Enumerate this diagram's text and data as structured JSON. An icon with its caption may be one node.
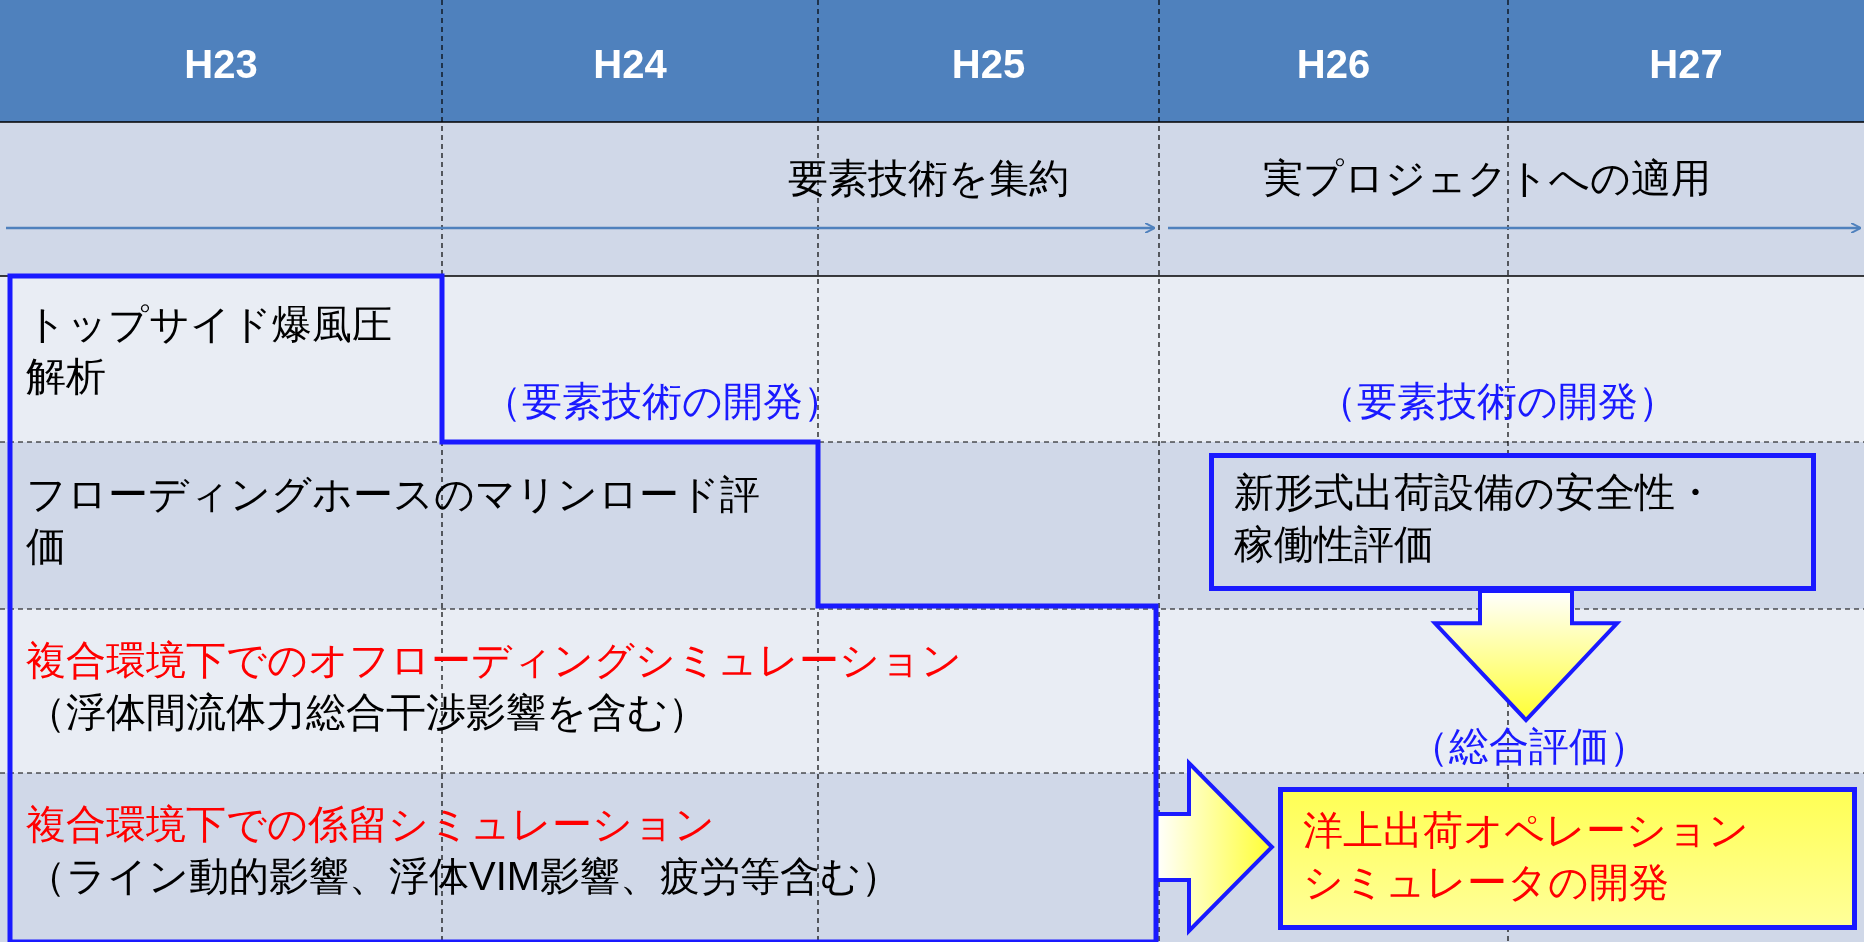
{
  "diagram": {
    "nodes": [
      {
        "text": [
          "（要素技術の開発）"
        ]
      },
      {
        "text": [
          "トップサイド爆風圧解析"
        ],
        "in": 0
      },
      {
        "text": [
          "フローディングホースのマリンロード評価"
        ],
        "in": 0
      },
      {
        "text": [
          "複合環境下でのオフローディングシミュレーション",
          "（浮体間流体力総合干渉影響を含む）"
        ],
        "in": 0
      },
      {
        "text": [
          "複合環境下での係留シミュレーション",
          "（ライン動的影響、浮体VIM影響、疲労等含む）"
        ],
        "in": 0
      },
      {
        "text": [
          "新形式出荷設備の安全性・稼働性評価"
        ]
      },
      {
        "text": [
          "（総合評価）"
        ]
      },
      {
        "text": [
          "洋上出荷オペレーションシミュレータの開発"
        ]
      }
    ],
    "edges": [
      {
        "from": 5,
        "to": 6,
        "arrow": "to"
      },
      {
        "from": 0,
        "to": 7,
        "arrow": "to"
      }
    ],
    "labels": [
      "H23",
      "H24",
      "H25",
      "H26",
      "H27",
      "要素技術を集約",
      "実プロジェクトへの適用",
      "（要素技術の開発）"
    ]
  }
}
